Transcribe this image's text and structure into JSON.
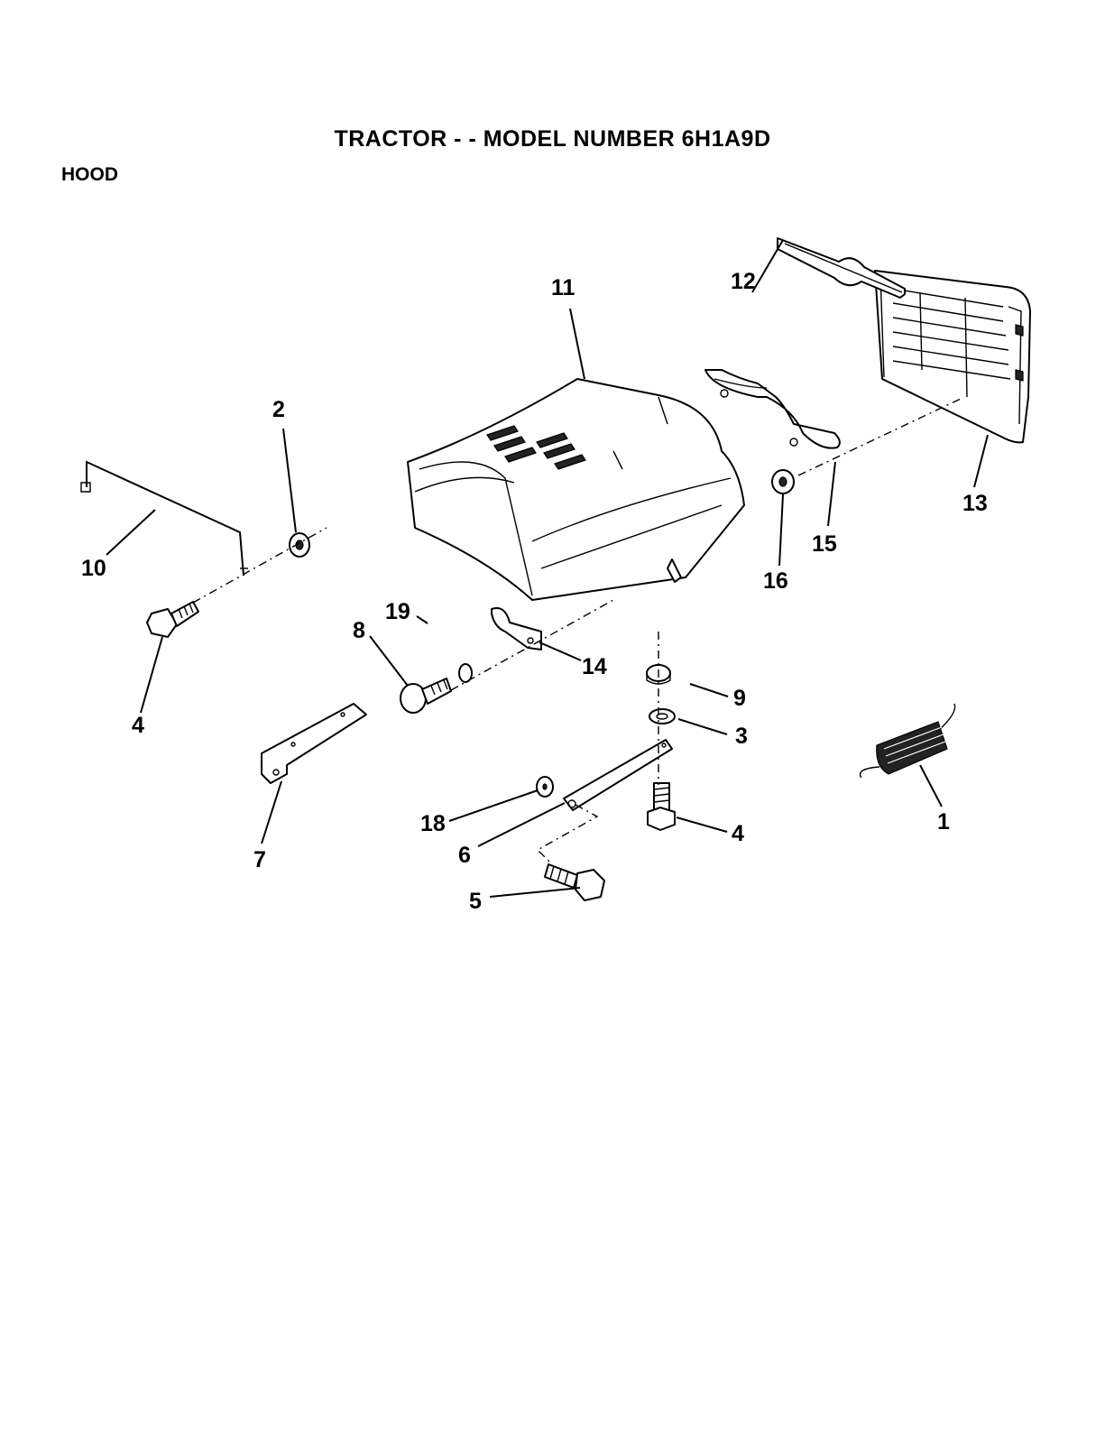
{
  "header": {
    "title": "TRACTOR - - MODEL NUMBER 6H1A9D",
    "section": "HOOD"
  },
  "callouts": {
    "c1": "1",
    "c2": "2",
    "c3": "3",
    "c4a": "4",
    "c4b": "4",
    "c5": "5",
    "c6": "6",
    "c7": "7",
    "c8": "8",
    "c9": "9",
    "c10": "10",
    "c11": "11",
    "c12": "12",
    "c13": "13",
    "c14": "14",
    "c15": "15",
    "c16": "16",
    "c18": "18",
    "c19": "19"
  }
}
